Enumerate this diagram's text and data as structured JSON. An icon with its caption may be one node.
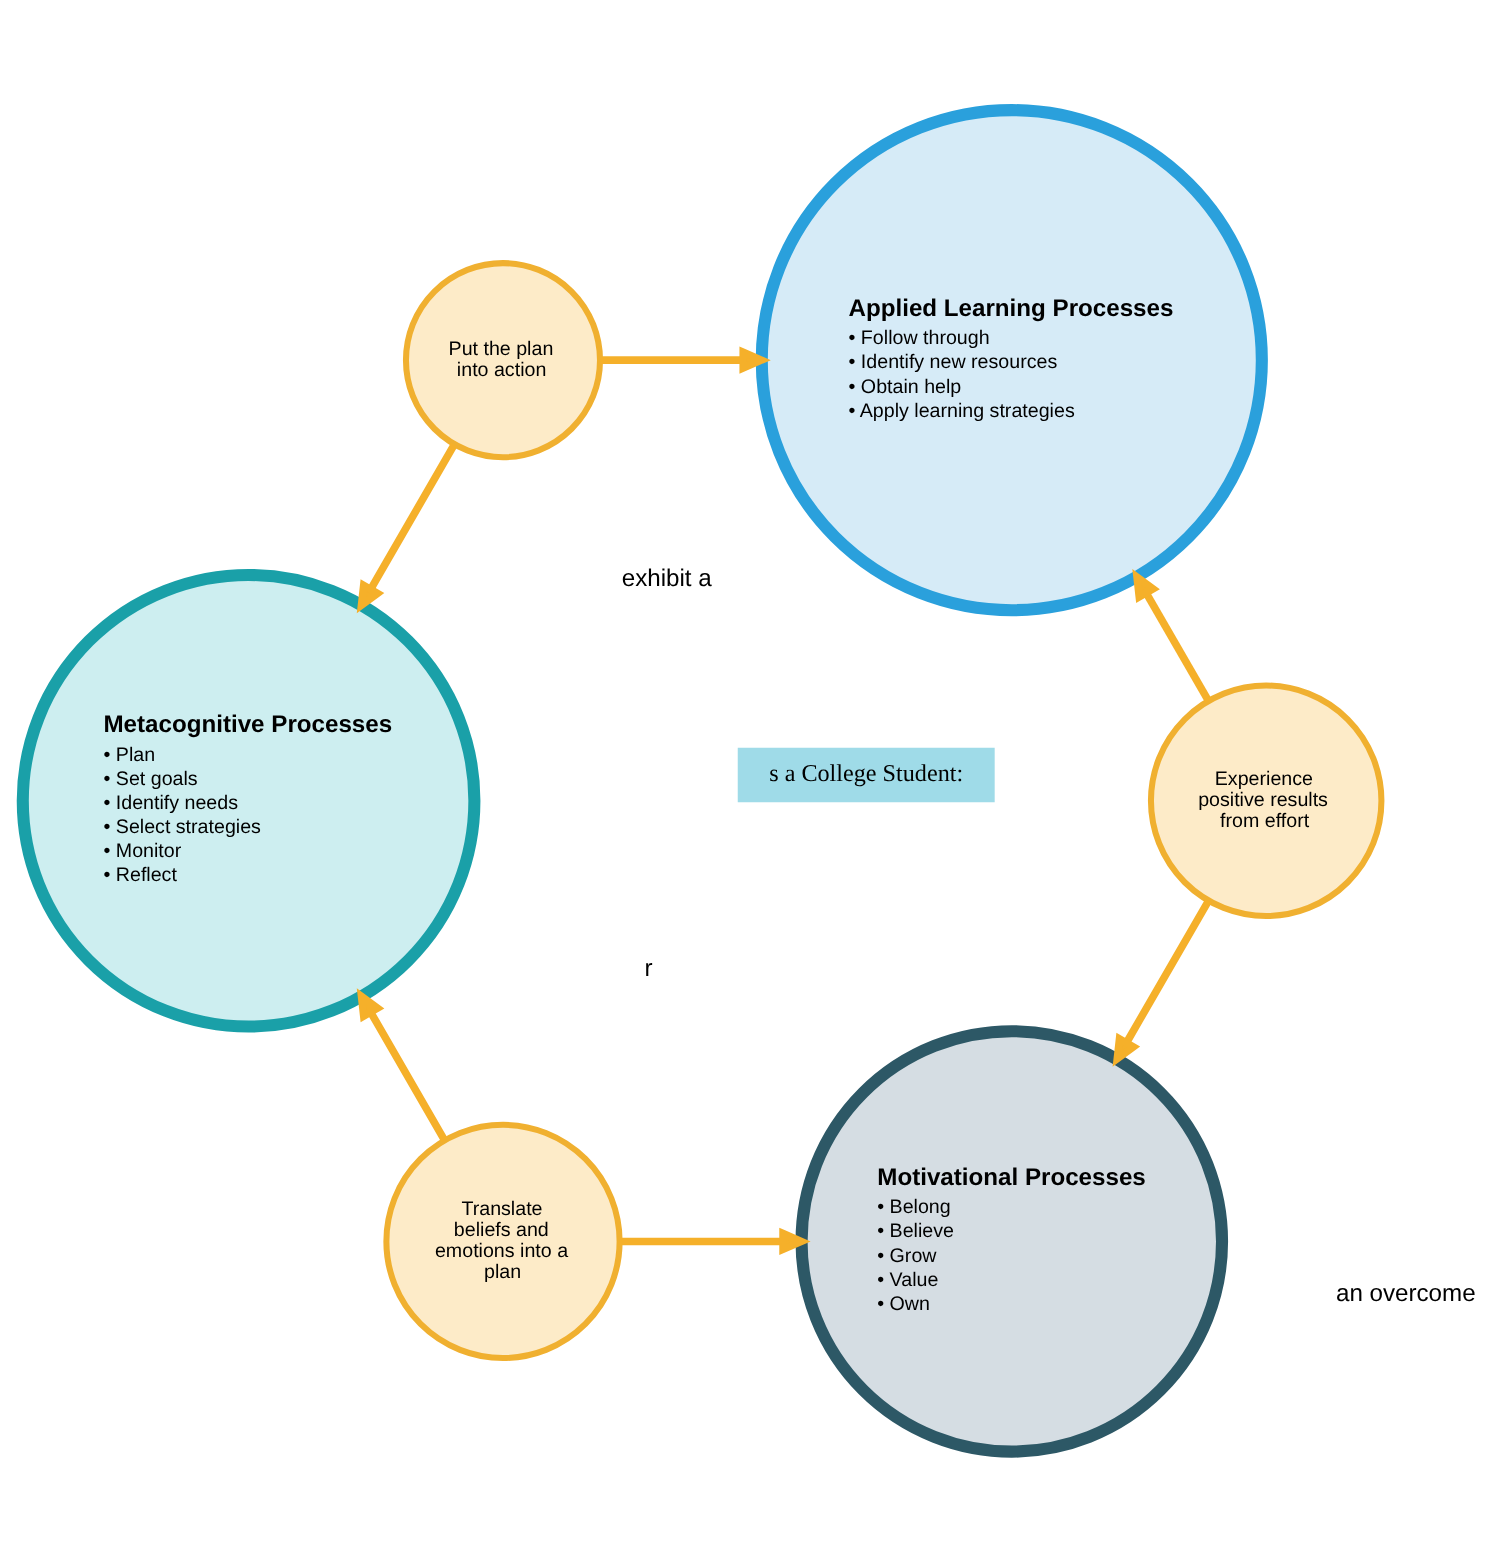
{
  "diagram": {
    "nodes": [
      {
        "text": [
          "Motivational Processes",
          "• Belong",
          "• Believe",
          "• Grow",
          "• Value",
          "• Own"
        ]
      },
      {
        "text": [
          "Translate beliefs and emotions into a plan"
        ]
      },
      {
        "text": [
          "Metacognitive Processes",
          "• Plan",
          "• Set goals",
          "• Identify needs",
          "• Select strategies",
          "• Monitor",
          "• Reflect"
        ]
      },
      {
        "text": [
          "Put the plan into action"
        ]
      },
      {
        "text": [
          "Applied Learning Processes",
          "• Follow through",
          "• Identify new resources",
          "• Obtain help",
          "• Apply learning strategies"
        ]
      },
      {
        "text": [
          "Experience positive results from effort"
        ]
      }
    ],
    "edges": [
      {
        "from": 1,
        "to": 0,
        "arrow": "to"
      },
      {
        "from": 1,
        "to": 2,
        "arrow": "to"
      },
      {
        "from": 3,
        "to": 2,
        "arrow": "to"
      },
      {
        "from": 3,
        "to": 4,
        "arrow": "to"
      },
      {
        "from": 5,
        "to": 4,
        "arrow": "to"
      },
      {
        "from": 5,
        "to": 0,
        "arrow": "to"
      }
    ],
    "labels": [
      "s a College Student:",
      "an overcome",
      "exhibit a",
      "r"
    ]
  }
}
